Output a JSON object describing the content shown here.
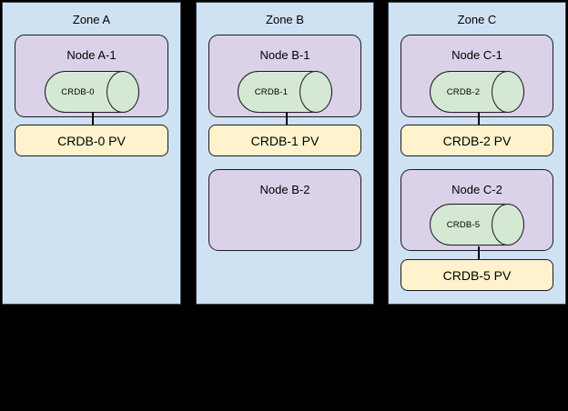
{
  "colors": {
    "background": "#000000",
    "zone_fill": "#cfe2f3",
    "node_fill": "#d9d2e9",
    "cylinder_fill": "#d5e8d4",
    "pv_fill": "#fff2cc",
    "stroke": "#1a1a1a"
  },
  "zones": [
    {
      "title": "Zone A",
      "nodes": [
        {
          "label": "Node A-1",
          "cylinder": "CRDB-0",
          "pv": "CRDB-0 PV"
        }
      ]
    },
    {
      "title": "Zone B",
      "nodes": [
        {
          "label": "Node B-1",
          "cylinder": "CRDB-1",
          "pv": "CRDB-1 PV"
        },
        {
          "label": "Node B-2"
        }
      ]
    },
    {
      "title": "Zone C",
      "nodes": [
        {
          "label": "Node C-1",
          "cylinder": "CRDB-2",
          "pv": "CRDB-2 PV"
        },
        {
          "label": "Node C-2",
          "cylinder": "CRDB-5",
          "pv": "CRDB-5 PV"
        }
      ]
    }
  ]
}
